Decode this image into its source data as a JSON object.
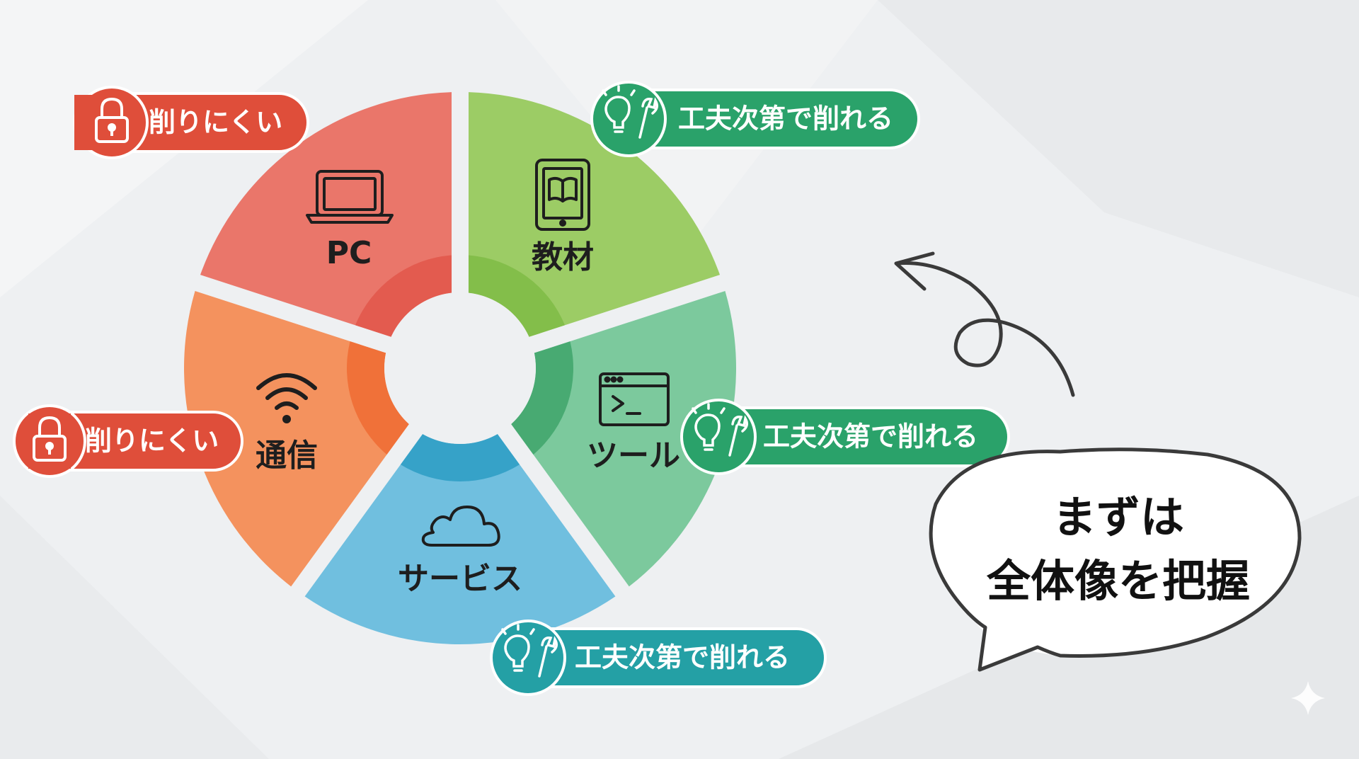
{
  "segments": [
    {
      "id": "pc",
      "label": "PC",
      "icon": "laptop-icon",
      "color": "#ea766a",
      "inner_color": "#e2574a",
      "badge": "hard"
    },
    {
      "id": "kyozai",
      "label": "教材",
      "icon": "tablet-book-icon",
      "color": "#9ccc65",
      "inner_color": "#7fbb45",
      "badge": "possible"
    },
    {
      "id": "tool",
      "label": "ツール",
      "icon": "terminal-icon",
      "color": "#7cc99d",
      "inner_color": "#3fa56b",
      "badge": "possible"
    },
    {
      "id": "service",
      "label": "サービス",
      "icon": "cloud-icon",
      "color": "#70bfdf",
      "inner_color": "#2c9cc4",
      "badge": "possible"
    },
    {
      "id": "tsushin",
      "label": "通信",
      "icon": "wifi-icon",
      "color": "#f4925e",
      "inner_color": "#ee6b33",
      "badge": "hard"
    }
  ],
  "badges": {
    "hard": {
      "label": "削りにくい",
      "icon": "lock-icon",
      "color": "#df4e3a"
    },
    "possible": {
      "label": "工夫次第で削れる",
      "icon": "bulb-wrench-icon",
      "color": "#2aa26a"
    }
  },
  "bubble": {
    "line1": "まずは",
    "line2": "全体像を把握"
  },
  "colors": {
    "background": "#eef0f2",
    "text": "#1e1e1e",
    "stroke": "#3a3a3a"
  }
}
